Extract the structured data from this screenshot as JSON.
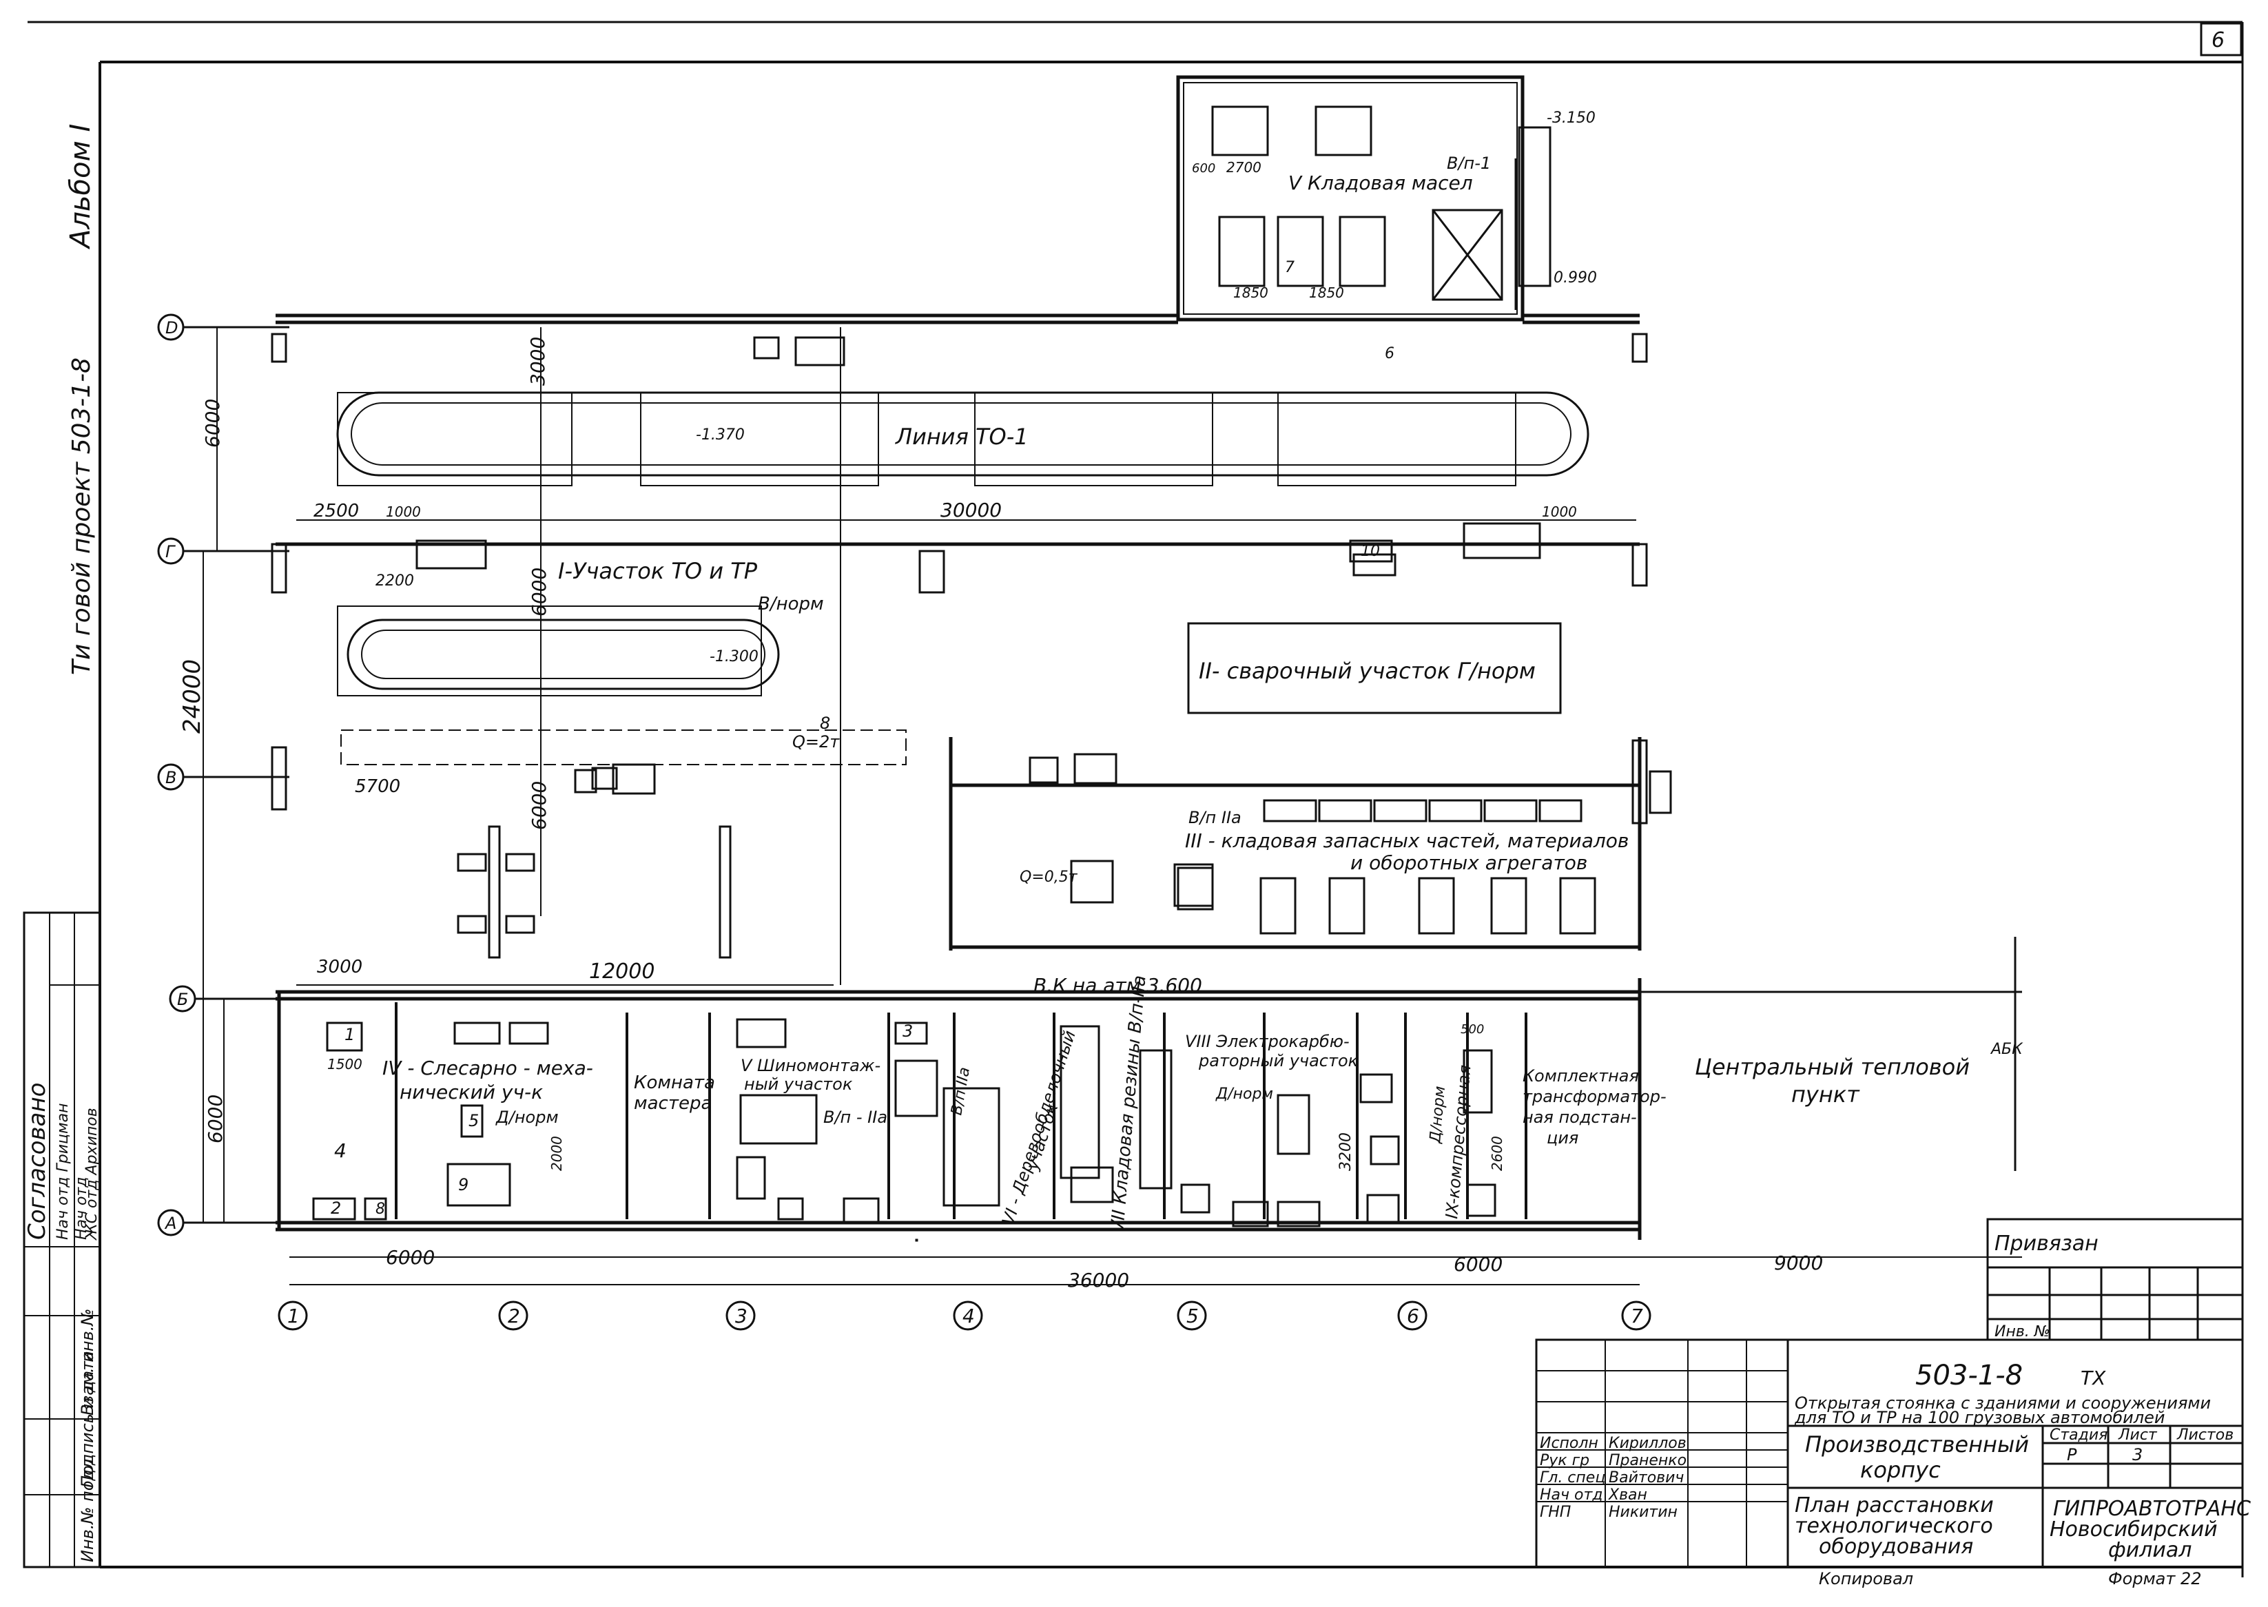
{
  "sheet": {
    "number": "6",
    "album": "Альбом I",
    "project": "Ти говой проект 503-1-8",
    "format": "Формат 22",
    "copied": "Копировал"
  },
  "grid": {
    "rows": [
      "D",
      "Г",
      "B",
      "Б",
      "A"
    ],
    "cols": [
      "1",
      "2",
      "3",
      "4",
      "5",
      "6",
      "7"
    ]
  },
  "dims": {
    "d6000_top": "6000",
    "d3000": "3000",
    "d2500": "2500",
    "d1000": "1000",
    "d30000": "30000",
    "d1000r": "1000",
    "d24000": "24000",
    "d6000_mid": "6000",
    "d6000_low": "6000",
    "d5700": "5700",
    "d2200": "2200",
    "d3000_b": "3000",
    "d12000": "12000",
    "d1500": "1500",
    "d6000_b": "6000",
    "bot_6000a": "6000",
    "bot_6000b": "6000",
    "bot_9000": "9000",
    "bot_36000": "36000",
    "lvl_3150": "-3.150",
    "lvl_0990": "0.990",
    "lvl_1370": "-1.370",
    "lvl_1300": "-1.300",
    "d2700": "2700",
    "d1850a": "1850",
    "d1850b": "1850",
    "d600": "600",
    "d500": "500",
    "d3200": "3200",
    "d2000": "2000",
    "d2600": "2600"
  },
  "rooms": {
    "oil_store": "V Кладовая масел",
    "oil_store_cat": "В/п-1",
    "line": "Линия ТО-1",
    "sector1": "I-Участок ТО и ТР",
    "sector1_cat": "В/норм",
    "welding": "II- сварочный участок Г/норм",
    "spare_cat": "В/п IIа",
    "spare": "III - кладовая запасных частей, материалов",
    "spare2": "и оборотных агрегатов",
    "crane": "8",
    "crane_q": "Q=2т",
    "hoist_q": "Q=0,5т",
    "vk": "В.К на атм 3.600",
    "mech": "IV - Слесарно - меха-",
    "mech2": "нический уч-к",
    "mech_cat": "Д/норм",
    "master": "Комната",
    "master2": "мастера",
    "tire": "V Шиномонтаж-",
    "tire2": "ный участок",
    "tire_cat": "В/п - IIа",
    "wood": "VI - Деревообделочный",
    "wood2": "участок",
    "wood_cat": "В/п IIа",
    "rubber": "VII Кладовая резины В/п-IIа",
    "elec": "VIII Электрокарбю-",
    "elec2": "раторный участок",
    "elec_cat": "Д/норм",
    "comp": "IX-компрессорная",
    "comp_cat": "Д/норм",
    "trans": "Комплектная",
    "trans2": "трансформатор-",
    "trans3": "ная подстан-",
    "trans4": "ция",
    "heat": "Центральный тепловой",
    "heat2": "пункт",
    "abk": "АБК"
  },
  "equip": [
    "1",
    "2",
    "3",
    "4",
    "5",
    "6",
    "7",
    "8",
    "9",
    "10"
  ],
  "agreed": {
    "title": "Согласовано",
    "r1": "Нач отд Грицман",
    "r2": "Нач отд",
    "r3": "ЖС отд Архипов",
    "col1": "Инв.№ подл",
    "col2": "Подпись и дата",
    "col3": "Взам. инв.№"
  },
  "attach": {
    "title": "Привязан",
    "inv": "Инв. №"
  },
  "stamp": {
    "code": "503-1-8",
    "mark": "ТХ",
    "desc1": "Открытая стоянка с зданиями и сооружениями",
    "desc2": "для ТО и ТР на 100 грузовых автомобилей",
    "building": "Производственный",
    "building2": "корпус",
    "sheet_title1": "План расстановки",
    "sheet_title2": "технологического",
    "sheet_title3": "оборудования",
    "stage_h": "Стадия",
    "sheet_h": "Лист",
    "sheets_h": "Листов",
    "stage": "Р",
    "sheet": "3",
    "org1": "ГИПРОАВТОТРАНС",
    "org2": "Новосибирский",
    "org3": "филиал",
    "roles": [
      "Исполн",
      "Рук гр",
      "Гл. спец",
      "Нач отд",
      "ГНП"
    ],
    "names": [
      "Кириллов",
      "Праненко",
      "Вайтович",
      "Хван",
      "Никитин"
    ]
  }
}
